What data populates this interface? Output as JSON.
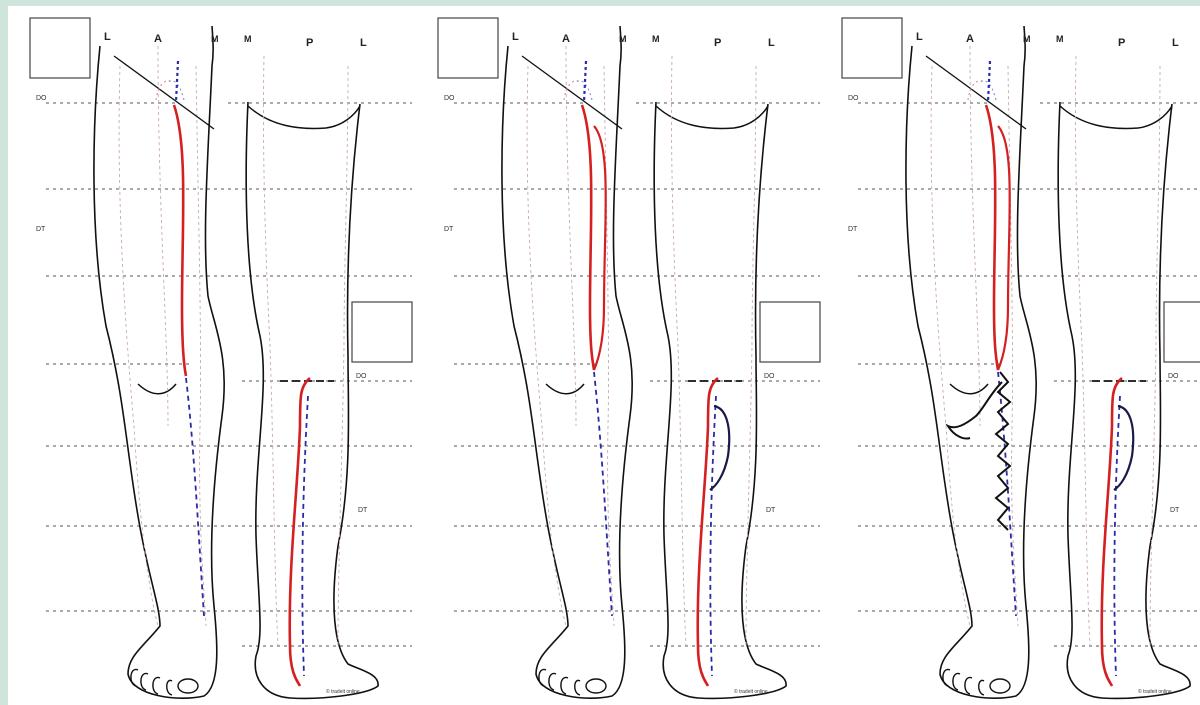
{
  "figure": {
    "panels": [
      {
        "id": "panel-1",
        "anterior_labels": [
          "L",
          "A",
          "M"
        ],
        "posterior_labels": [
          "M",
          "P",
          "L"
        ],
        "side_tags": [
          "DO",
          "DT"
        ],
        "posterior_tags": [
          "DO",
          "DT"
        ]
      },
      {
        "id": "panel-2",
        "anterior_labels": [
          "L",
          "A",
          "M"
        ],
        "posterior_labels": [
          "M",
          "P",
          "L"
        ],
        "side_tags": [
          "DO",
          "DT"
        ],
        "posterior_tags": [
          "DO",
          "DT"
        ]
      },
      {
        "id": "panel-3",
        "anterior_labels": [
          "L",
          "A",
          "M"
        ],
        "posterior_labels": [
          "M",
          "P",
          "L"
        ],
        "side_tags": [
          "DO",
          "DT"
        ],
        "posterior_tags": [
          "DO",
          "DT"
        ]
      }
    ],
    "colors": {
      "vein_red": "#d42020",
      "dashed_blue": "#2a2aa8",
      "outline": "#111111",
      "guide": "#c9a8b0"
    }
  }
}
